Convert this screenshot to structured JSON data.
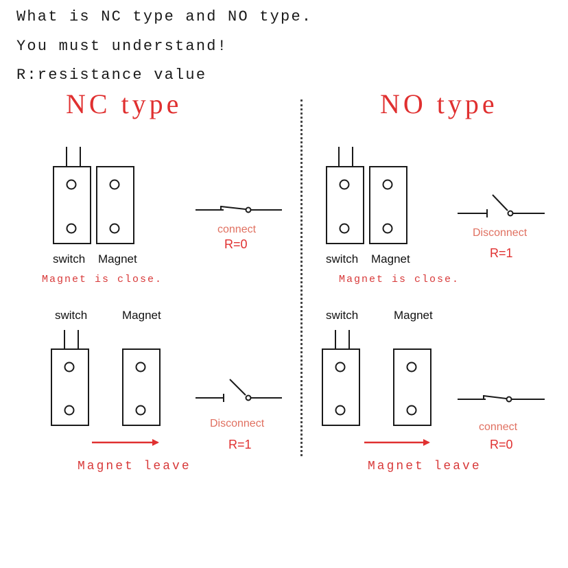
{
  "intro": {
    "line1": "What is NC type and NO type.",
    "line2": "You must understand!",
    "line3": "R:resistance value"
  },
  "nc": {
    "title": "NC type",
    "close": {
      "switch_label": "switch",
      "magnet_label": "Magnet",
      "caption": "Magnet is close.",
      "state_label": "connect",
      "resistance": "R=0"
    },
    "leave": {
      "switch_label": "switch",
      "magnet_label": "Magnet",
      "caption": "Magnet leave",
      "state_label": "Disconnect",
      "resistance": "R=1"
    }
  },
  "no": {
    "title": "NO type",
    "close": {
      "switch_label": "switch",
      "magnet_label": "Magnet",
      "caption": "Magnet is close.",
      "state_label": "Disconnect",
      "resistance": "R=1"
    },
    "leave": {
      "switch_label": "switch",
      "magnet_label": "Magnet",
      "caption": "Magnet leave",
      "state_label": "connect",
      "resistance": "R=0"
    }
  },
  "colors": {
    "accent_red": "#e03030",
    "state_red": "#e07060",
    "stroke": "#1a1a1a"
  }
}
